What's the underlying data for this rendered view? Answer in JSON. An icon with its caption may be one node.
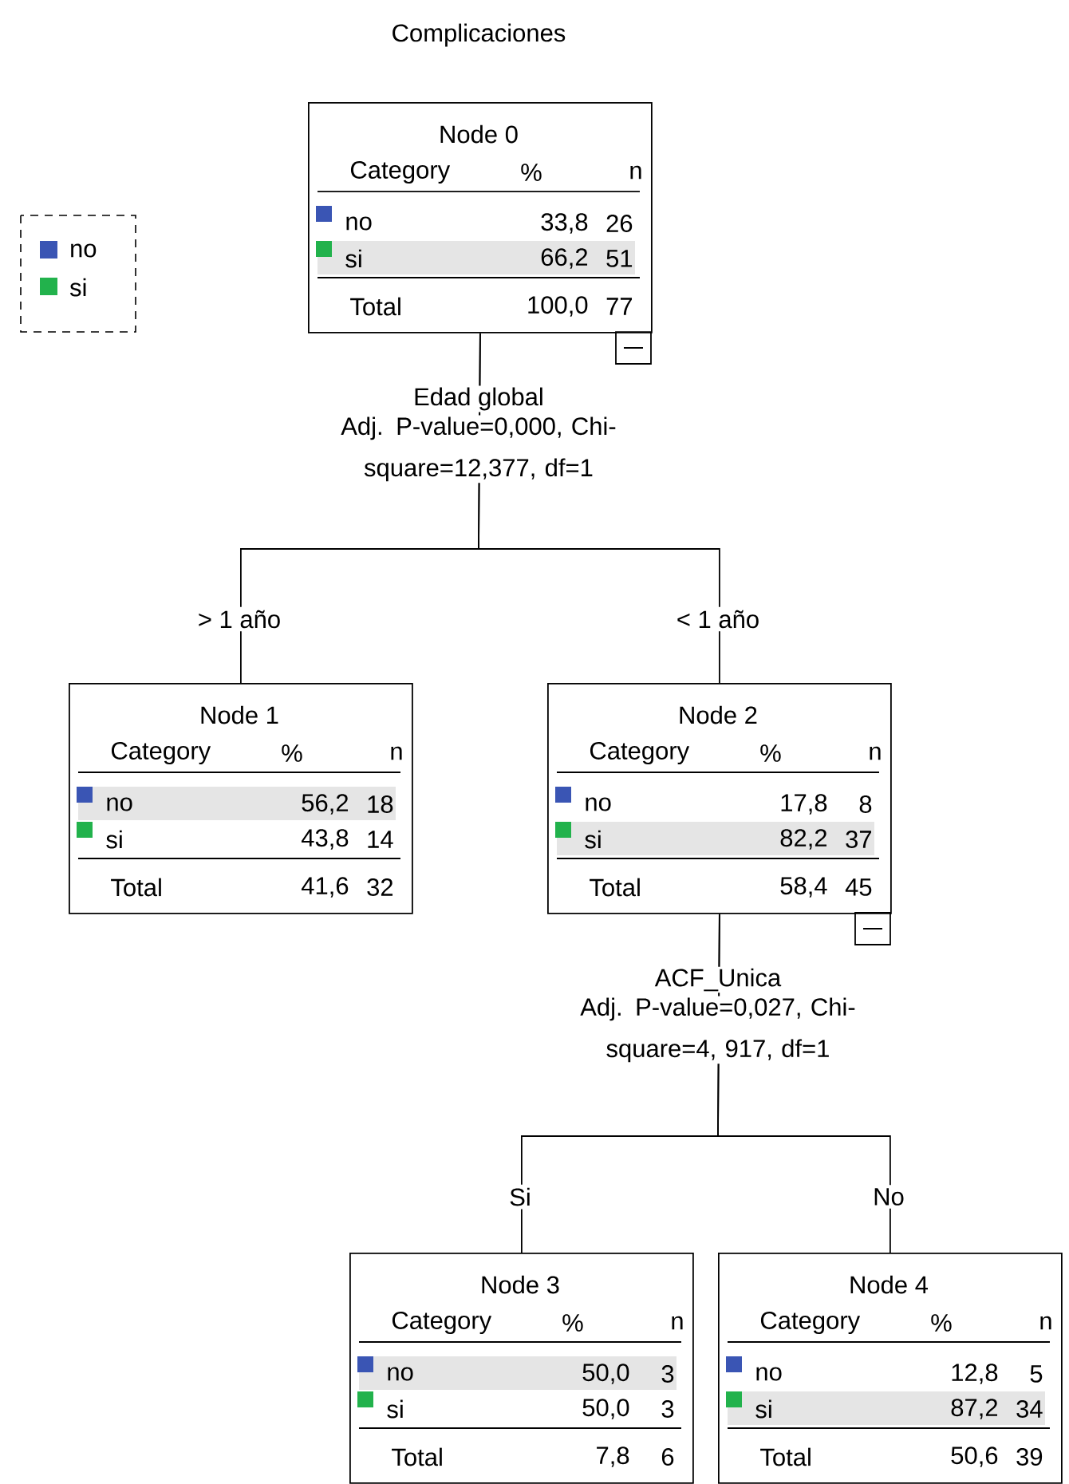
{
  "diagram": {
    "title": "Complicaciones",
    "nodes": [
      {
        "text": [
          "Node 0",
          "Category",
          "%",
          "n",
          "no",
          "33,8",
          "26",
          "si",
          "66,2",
          "51",
          "Total",
          "100,0",
          "77"
        ],
        "beside": [
          "Edad global",
          "Adj. P-value=0,000, Chi-square=12,377, df=1"
        ]
      },
      {
        "text": [
          "Node 1",
          "Category",
          "%",
          "n",
          "no",
          "56,2",
          "18",
          "si",
          "43,8",
          "14",
          "Total",
          "41,6",
          "32"
        ]
      },
      {
        "text": [
          "Node 2",
          "Category",
          "%",
          "n",
          "no",
          "17,8",
          "8",
          "si",
          "82,2",
          "37",
          "Total",
          "58,4",
          "45"
        ],
        "beside": [
          "ACF_Unica",
          "Adj. P-value=0,027, Chi-square=4, 917, df=1"
        ]
      },
      {
        "text": [
          "Node 3",
          "Category",
          "%",
          "n",
          "no",
          "50,0",
          "3",
          "si",
          "50,0",
          "3",
          "Total",
          "7,8",
          "6"
        ]
      },
      {
        "text": [
          "Node 4",
          "Category",
          "%",
          "n",
          "no",
          "12,8",
          "5",
          "si",
          "87,2",
          "34",
          "Total",
          "50,6",
          "39"
        ]
      }
    ],
    "edges": [
      {
        "from": 0,
        "to": 1,
        "arrow": "none",
        "label": "> 1 año"
      },
      {
        "from": 0,
        "to": 2,
        "arrow": "none",
        "label": "< 1 año"
      },
      {
        "from": 2,
        "to": 3,
        "arrow": "none",
        "label": "Si"
      },
      {
        "from": 2,
        "to": 4,
        "arrow": "none",
        "label": "No"
      }
    ],
    "legend": [
      {
        "text": "no",
        "color": "#3a55b4"
      },
      {
        "text": "si",
        "color": "#22b24c"
      }
    ]
  }
}
